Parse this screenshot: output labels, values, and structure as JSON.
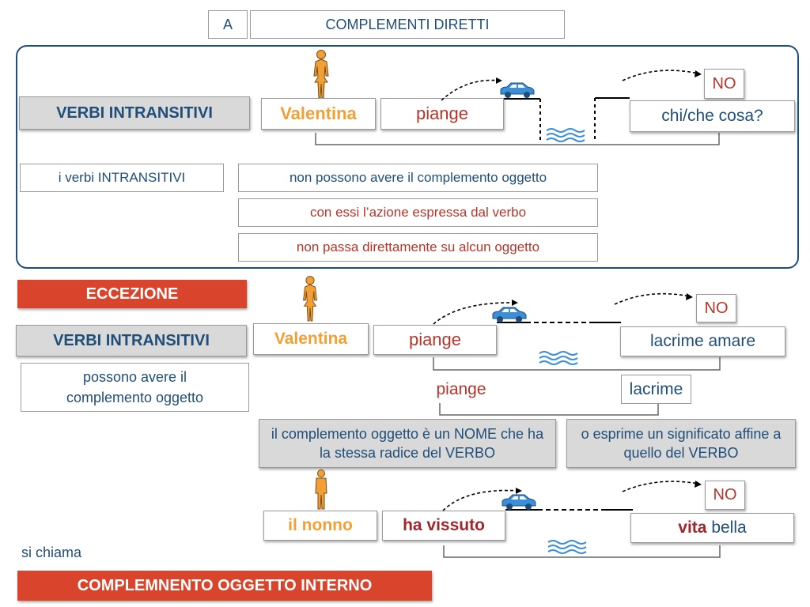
{
  "header": {
    "letter": "A",
    "title": "COMPLEMENTI DIRETTI"
  },
  "top": {
    "label": "VERBI INTRANSITIVI",
    "subject": "Valentina",
    "verb": "piange",
    "no": "NO",
    "question": "chi/che cosa?",
    "rule_label": "i verbi INTRANSITIVI",
    "rules": [
      "non possono avere il complemento oggetto",
      "con essi l’azione espressa dal verbo",
      "non passa direttamente su alcun oggetto"
    ]
  },
  "exception": {
    "title": "ECCEZIONE",
    "label": "VERBI INTRANSITIVI",
    "note": "possono avere il complemento oggetto",
    "subject": "Valentina",
    "verb": "piange",
    "no": "NO",
    "object": "lacrime amare",
    "pair_verb": "piange",
    "pair_object": "lacrime",
    "explain_left": "il complemento oggetto è un NOME che ha la stessa radice del VERBO",
    "explain_right": "o esprime un significato affine a quello del VERBO"
  },
  "example": {
    "subject": "il nonno",
    "verb": "ha vissuto",
    "no": "NO",
    "object_bold": "vita",
    "object_rest": " bella",
    "called": "si chiama",
    "name": "COMPLEMNENTO OGGETTO INTERNO"
  },
  "colors": {
    "accent_blue": "#1f4e79",
    "red": "#d9452c",
    "orange": "#f0a035",
    "car": "#3b8fd9",
    "water": "#3b8fd9"
  }
}
